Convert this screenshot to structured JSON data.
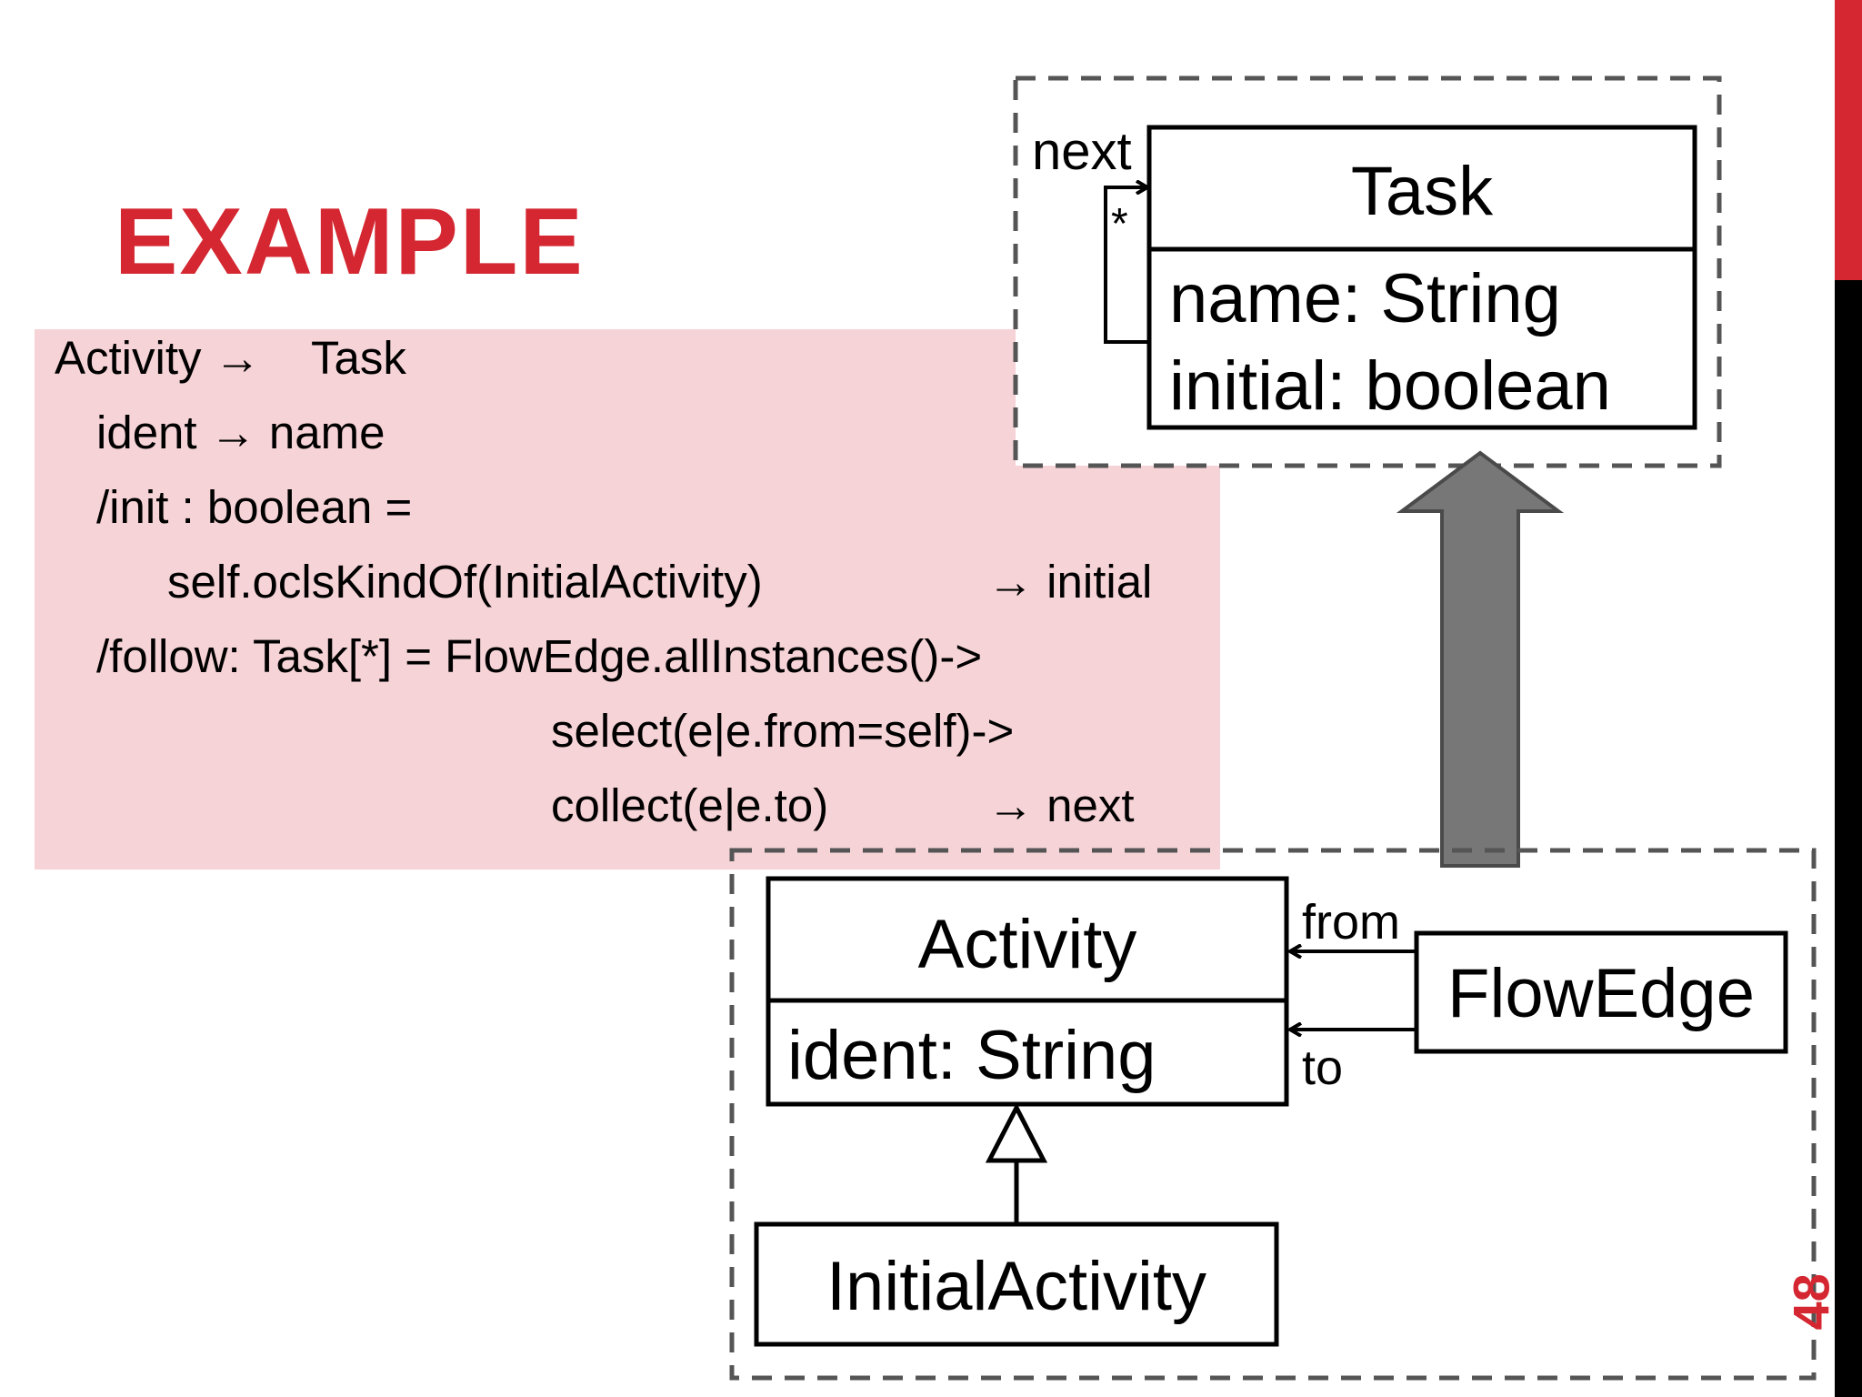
{
  "slide": {
    "title": "EXAMPLE",
    "page_number": "48",
    "colors": {
      "accent": "#d42731",
      "code_background": "#f6d3d6",
      "arrow_fill": "#777777"
    }
  },
  "code": {
    "line1_left": "Activity →",
    "line1_right": "Task",
    "line2": "ident → name",
    "line3": "/init : boolean =",
    "line4_left": "self.oclsKindOf(InitialActivity)",
    "line4_right": "→ initial",
    "line5": "/follow: Task[*] = FlowEdge.allInstances()->",
    "line6": "select(e|e.from=self)->",
    "line7_left": "collect(e|e.to)",
    "line7_right": "→ next"
  },
  "target_model": {
    "class_name": "Task",
    "attributes": [
      "name: String",
      "initial: boolean"
    ],
    "self_assoc_role": "next",
    "self_assoc_multiplicity": "*"
  },
  "source_model": {
    "activity": {
      "name": "Activity",
      "attribute": "ident: String"
    },
    "flowedge": {
      "name": "FlowEdge"
    },
    "initial_activity": {
      "name": "InitialActivity"
    },
    "assoc_from": "from",
    "assoc_to": "to"
  }
}
